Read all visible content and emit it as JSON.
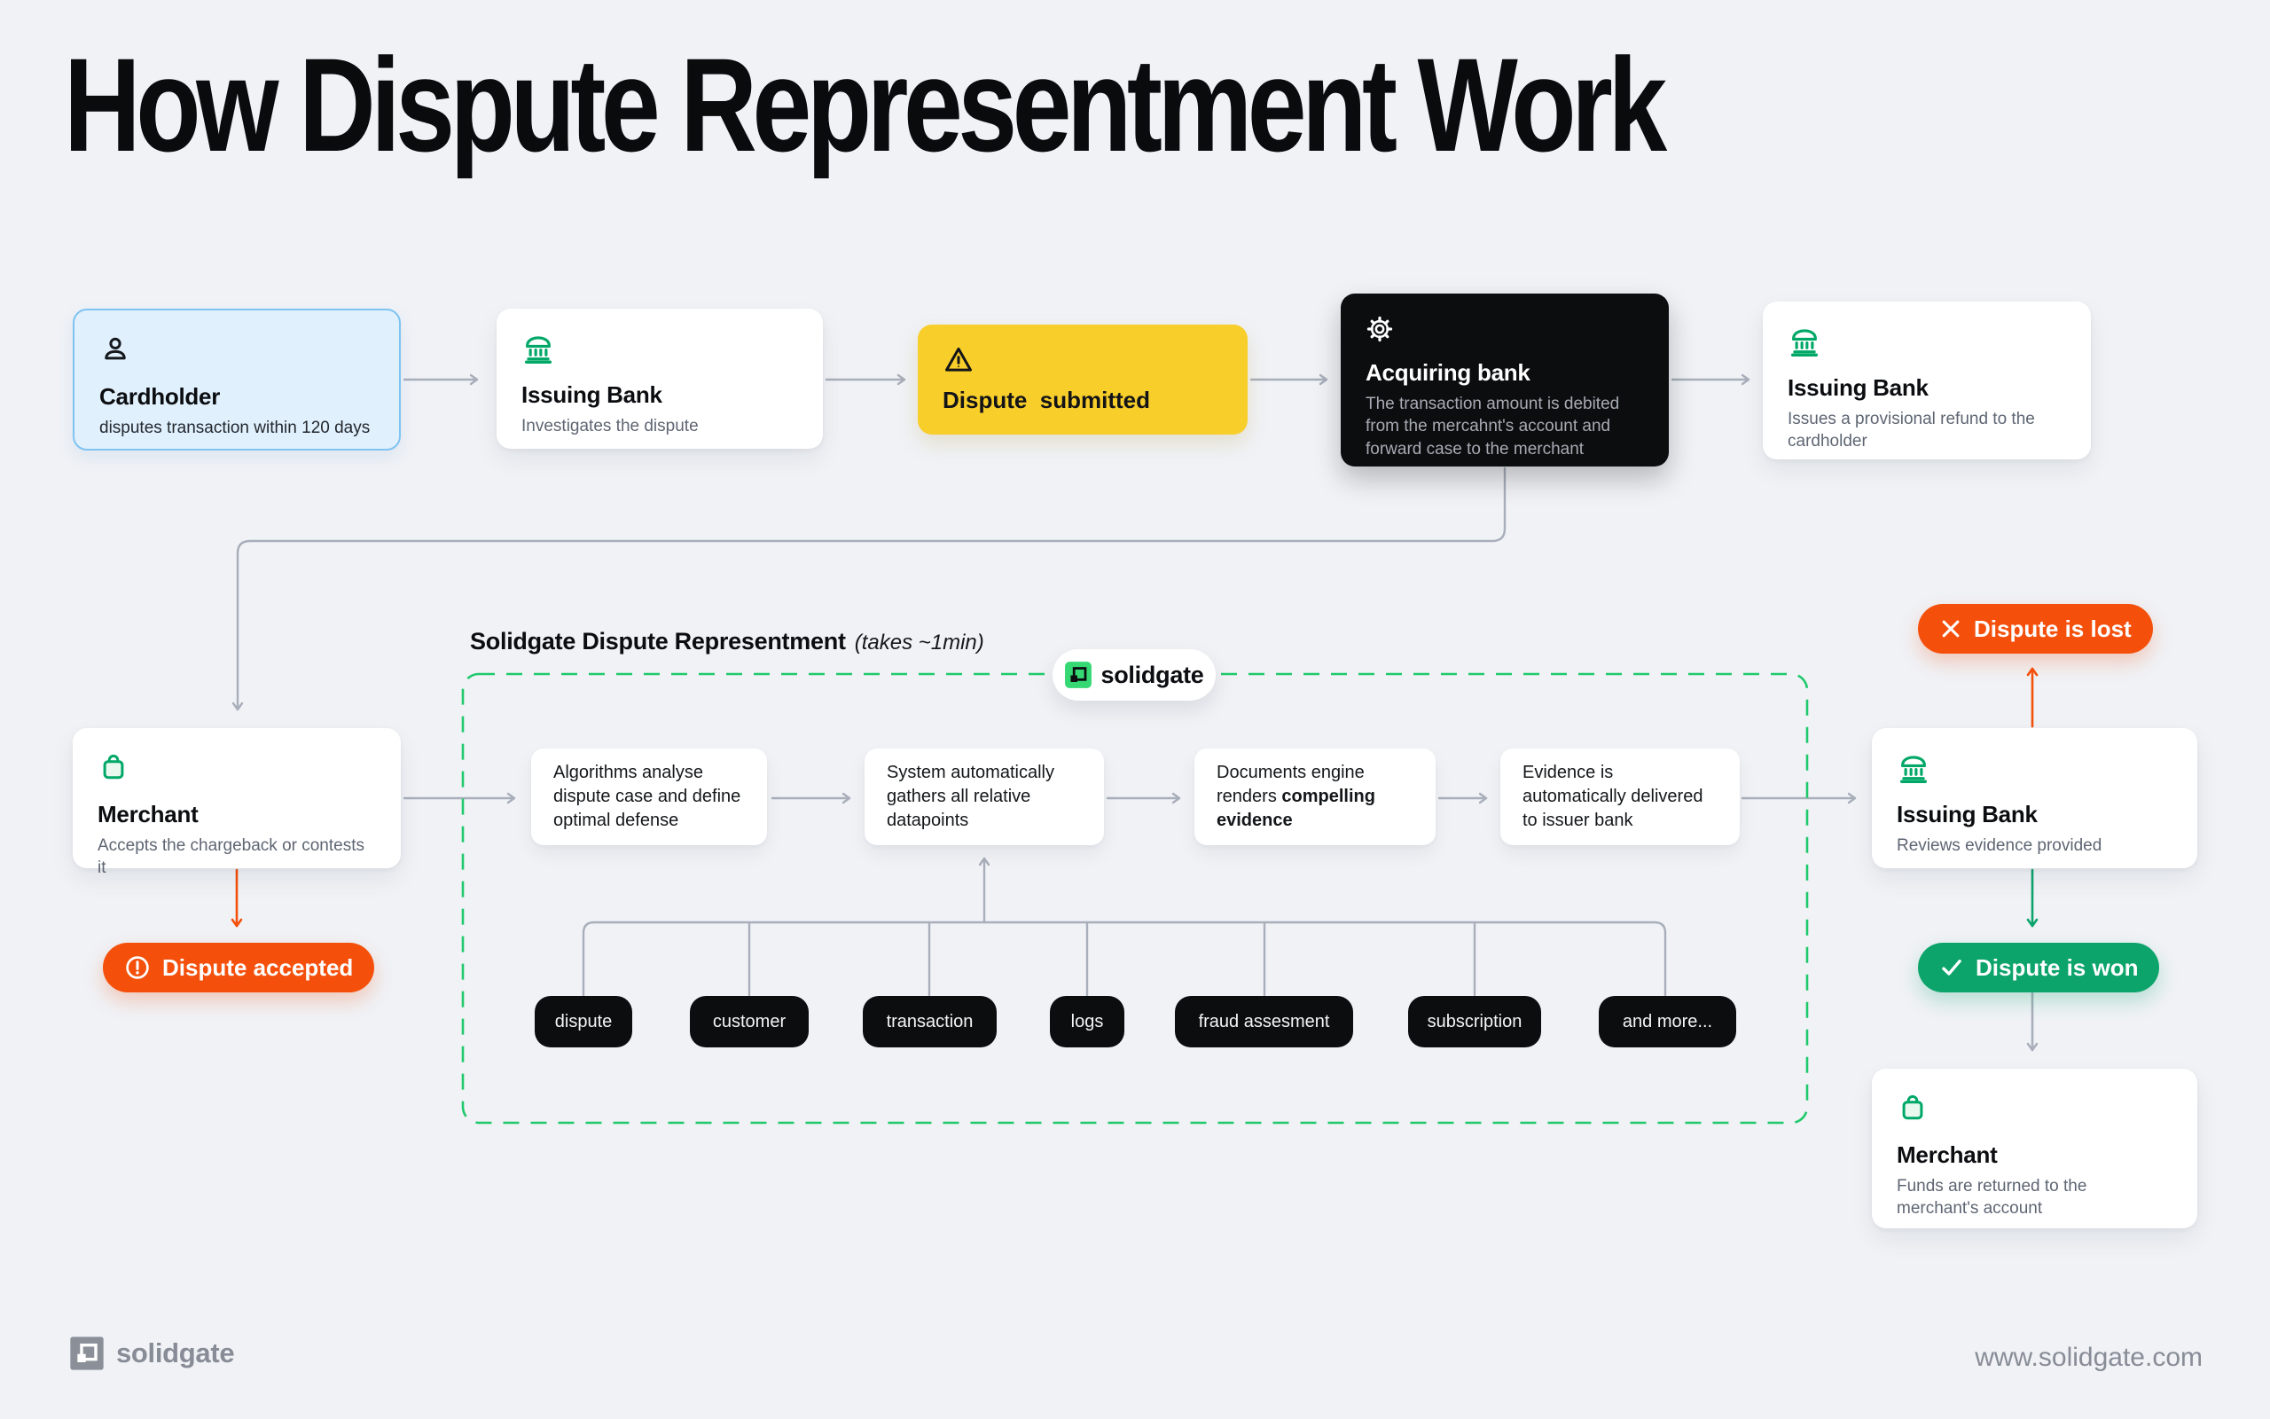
{
  "page": {
    "title": "How Dispute Representment Work",
    "footer_brand": "solidgate",
    "footer_url": "www.solidgate.com"
  },
  "colors": {
    "background": "#F0F2F6",
    "accent_green": "#0DA46C",
    "brand_green": "#35D873",
    "dash_green": "#1FC96B",
    "accent_orange": "#F4500C",
    "accent_yellow": "#F8CE2B",
    "card_black": "#0C0D0F",
    "card_blue_bg": "#E1F0FD",
    "card_blue_border": "#7FC3F1",
    "connector_gray": "#A8AEBA"
  },
  "flow": {
    "cardholder": {
      "title": "Cardholder",
      "subtitle": "disputes transaction within 120 days",
      "icon": "person-icon"
    },
    "issuing_bank_1": {
      "title": "Issuing Bank",
      "subtitle": "Investigates the dispute",
      "icon": "bank-icon"
    },
    "dispute_submitted": {
      "title": "Dispute  submitted",
      "icon": "warning-icon"
    },
    "acquiring_bank": {
      "title": "Acquiring bank",
      "subtitle": "The transaction amount is debited from the mercahnt's account and forward case to the merchant",
      "icon": "gear-icon"
    },
    "issuing_bank_2": {
      "title": "Issuing Bank",
      "subtitle": "Issues a provisional refund to the cardholder",
      "icon": "bank-icon"
    },
    "merchant_left": {
      "title": "Merchant",
      "subtitle": "Accepts the chargeback or contests it",
      "icon": "bag-icon"
    },
    "dispute_accepted": {
      "label": "Dispute accepted",
      "icon": "exclamation-circle-icon"
    },
    "issuing_bank_3": {
      "title": "Issuing Bank",
      "subtitle": "Reviews evidence provided",
      "icon": "bank-icon"
    },
    "dispute_lost": {
      "label": "Dispute is lost",
      "icon": "x-icon"
    },
    "dispute_won": {
      "label": "Dispute is won",
      "icon": "check-icon"
    },
    "merchant_right": {
      "title": "Merchant",
      "subtitle": "Funds are returned to the merchant's account",
      "icon": "bag-icon"
    }
  },
  "representment": {
    "heading": "Solidgate Dispute Representment",
    "heading_note": "(takes ~1min)",
    "brand_pill": "solidgate",
    "steps": [
      {
        "text": "Algorithms analyse dispute case and define optimal defense"
      },
      {
        "text": "System automatically gathers all relative datapoints"
      },
      {
        "text_normal": "Documents engine renders ",
        "text_bold": "compelling evidence"
      },
      {
        "text": "Evidence is automatically delivered to issuer bank"
      }
    ],
    "datapoints": [
      "dispute",
      "customer",
      "transaction",
      "logs",
      "fraud assesment",
      "subscription",
      "and more..."
    ]
  }
}
